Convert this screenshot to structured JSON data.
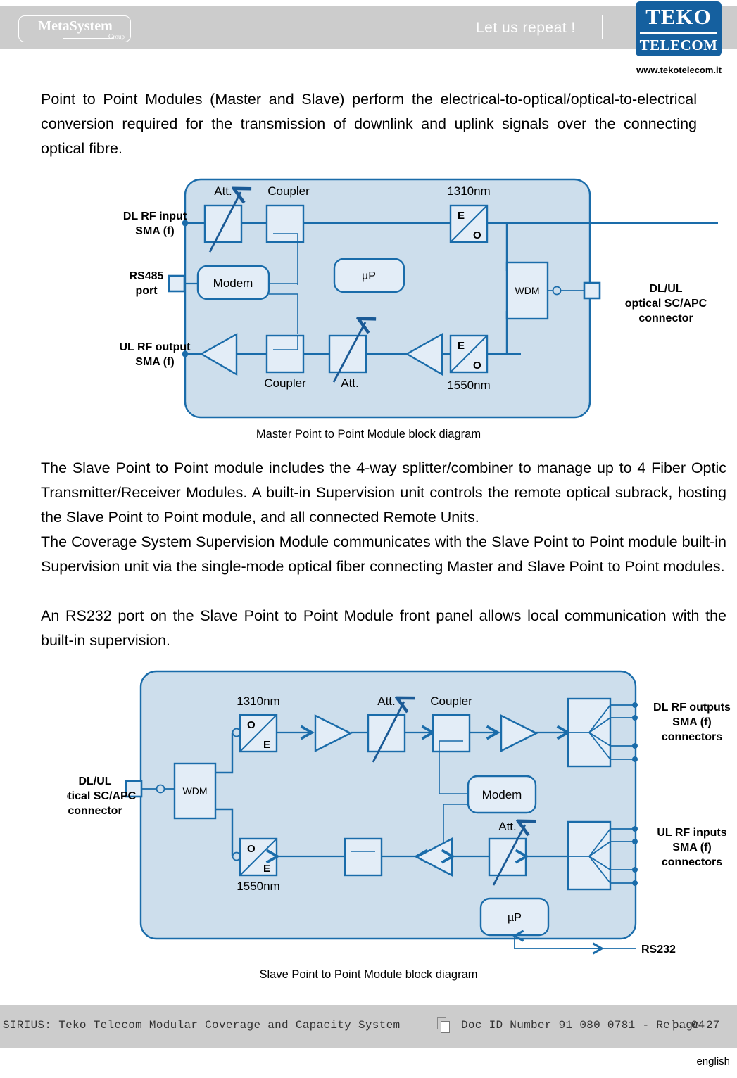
{
  "header": {
    "metasystem_logo": "MetaSystem",
    "metasystem_group": "Group",
    "tagline": "Let us repeat !",
    "teko_top": "TEKO",
    "teko_bottom": "TELECOM",
    "website": "www.tekotelecom.it"
  },
  "body": {
    "paragraph_1": "Point to Point Modules (Master and Slave) perform the electrical-to-optical/optical-to-electrical conversion required for the transmission of downlink and uplink signals over the connecting optical fibre.",
    "paragraph_2": "The Slave Point to Point module includes the 4-way splitter/combiner to manage up to 4 Fiber Optic Transmitter/Receiver Modules. A built-in Supervision unit controls the remote optical subrack, hosting the Slave Point to Point module, and all connected Remote Units.",
    "paragraph_3": "The Coverage System Supervision Module communicates with the Slave Point to Point module built-in Supervision unit via the single-mode optical fiber connecting Master and Slave Point to Point modules.",
    "paragraph_4": "An RS232 port on the Slave Point to Point Module front panel allows local communication with the built-in supervision."
  },
  "master_diagram": {
    "caption": "Master Point to Point Module block diagram",
    "labels": {
      "dl_rf_input": "DL RF input\nSMA (f)",
      "dl_rf_input_line1": "DL RF input",
      "dl_rf_input_line2": "SMA (f)",
      "rs485_line1": "RS485",
      "rs485_line2": "port",
      "ul_rf_output_line1": "UL RF output",
      "ul_rf_output_line2": "SMA (f)",
      "dlul_connector_line1": "DL/UL",
      "dlul_connector_line2": "optical SC/APC",
      "dlul_connector_line3": "connector"
    },
    "blocks": {
      "att_top": "Att.",
      "coupler_top": "Coupler",
      "coupler_bottom": "Coupler",
      "att_bottom": "Att.",
      "modem": "Modem",
      "microprocessor": "µP",
      "wdm": "WDM",
      "wl_1310": "1310nm",
      "wl_1550": "1550nm",
      "eo_e": "E",
      "eo_o": "O"
    }
  },
  "slave_diagram": {
    "caption": "Slave Point to Point Module block diagram",
    "labels": {
      "dlul_connector_line1": "DL/UL",
      "dlul_connector_line2": "optical SC/APC",
      "dlul_connector_line3": "connector",
      "dl_outputs_line1": "DL RF outputs",
      "dl_outputs_line2": "SMA (f)",
      "dl_outputs_line3": "connectors",
      "ul_inputs_line1": "UL RF inputs",
      "ul_inputs_line2": "SMA (f)",
      "ul_inputs_line3": "connectors",
      "rs232": "RS232"
    },
    "blocks": {
      "wdm": "WDM",
      "wl_1310": "1310nm",
      "wl_1550": "1550nm",
      "oe_o": "O",
      "oe_e": "E",
      "att_top": "Att.",
      "att_bottom": "Att.",
      "coupler_top": "Coupler",
      "modem": "Modem",
      "microprocessor": "µP"
    }
  },
  "footer": {
    "left_text": "SIRIUS: Teko Telecom Modular Coverage and Capacity System",
    "doc_id": "Doc ID Number 91 080 0781 - Rel. 04",
    "page": "page 27",
    "language": "english"
  },
  "colors": {
    "header_gray": "#cccccc",
    "teko_blue": "#15609f",
    "diagram_fill": "#cddeec",
    "diagram_stroke": "#1a6caa",
    "block_fill": "#e3edf7"
  }
}
